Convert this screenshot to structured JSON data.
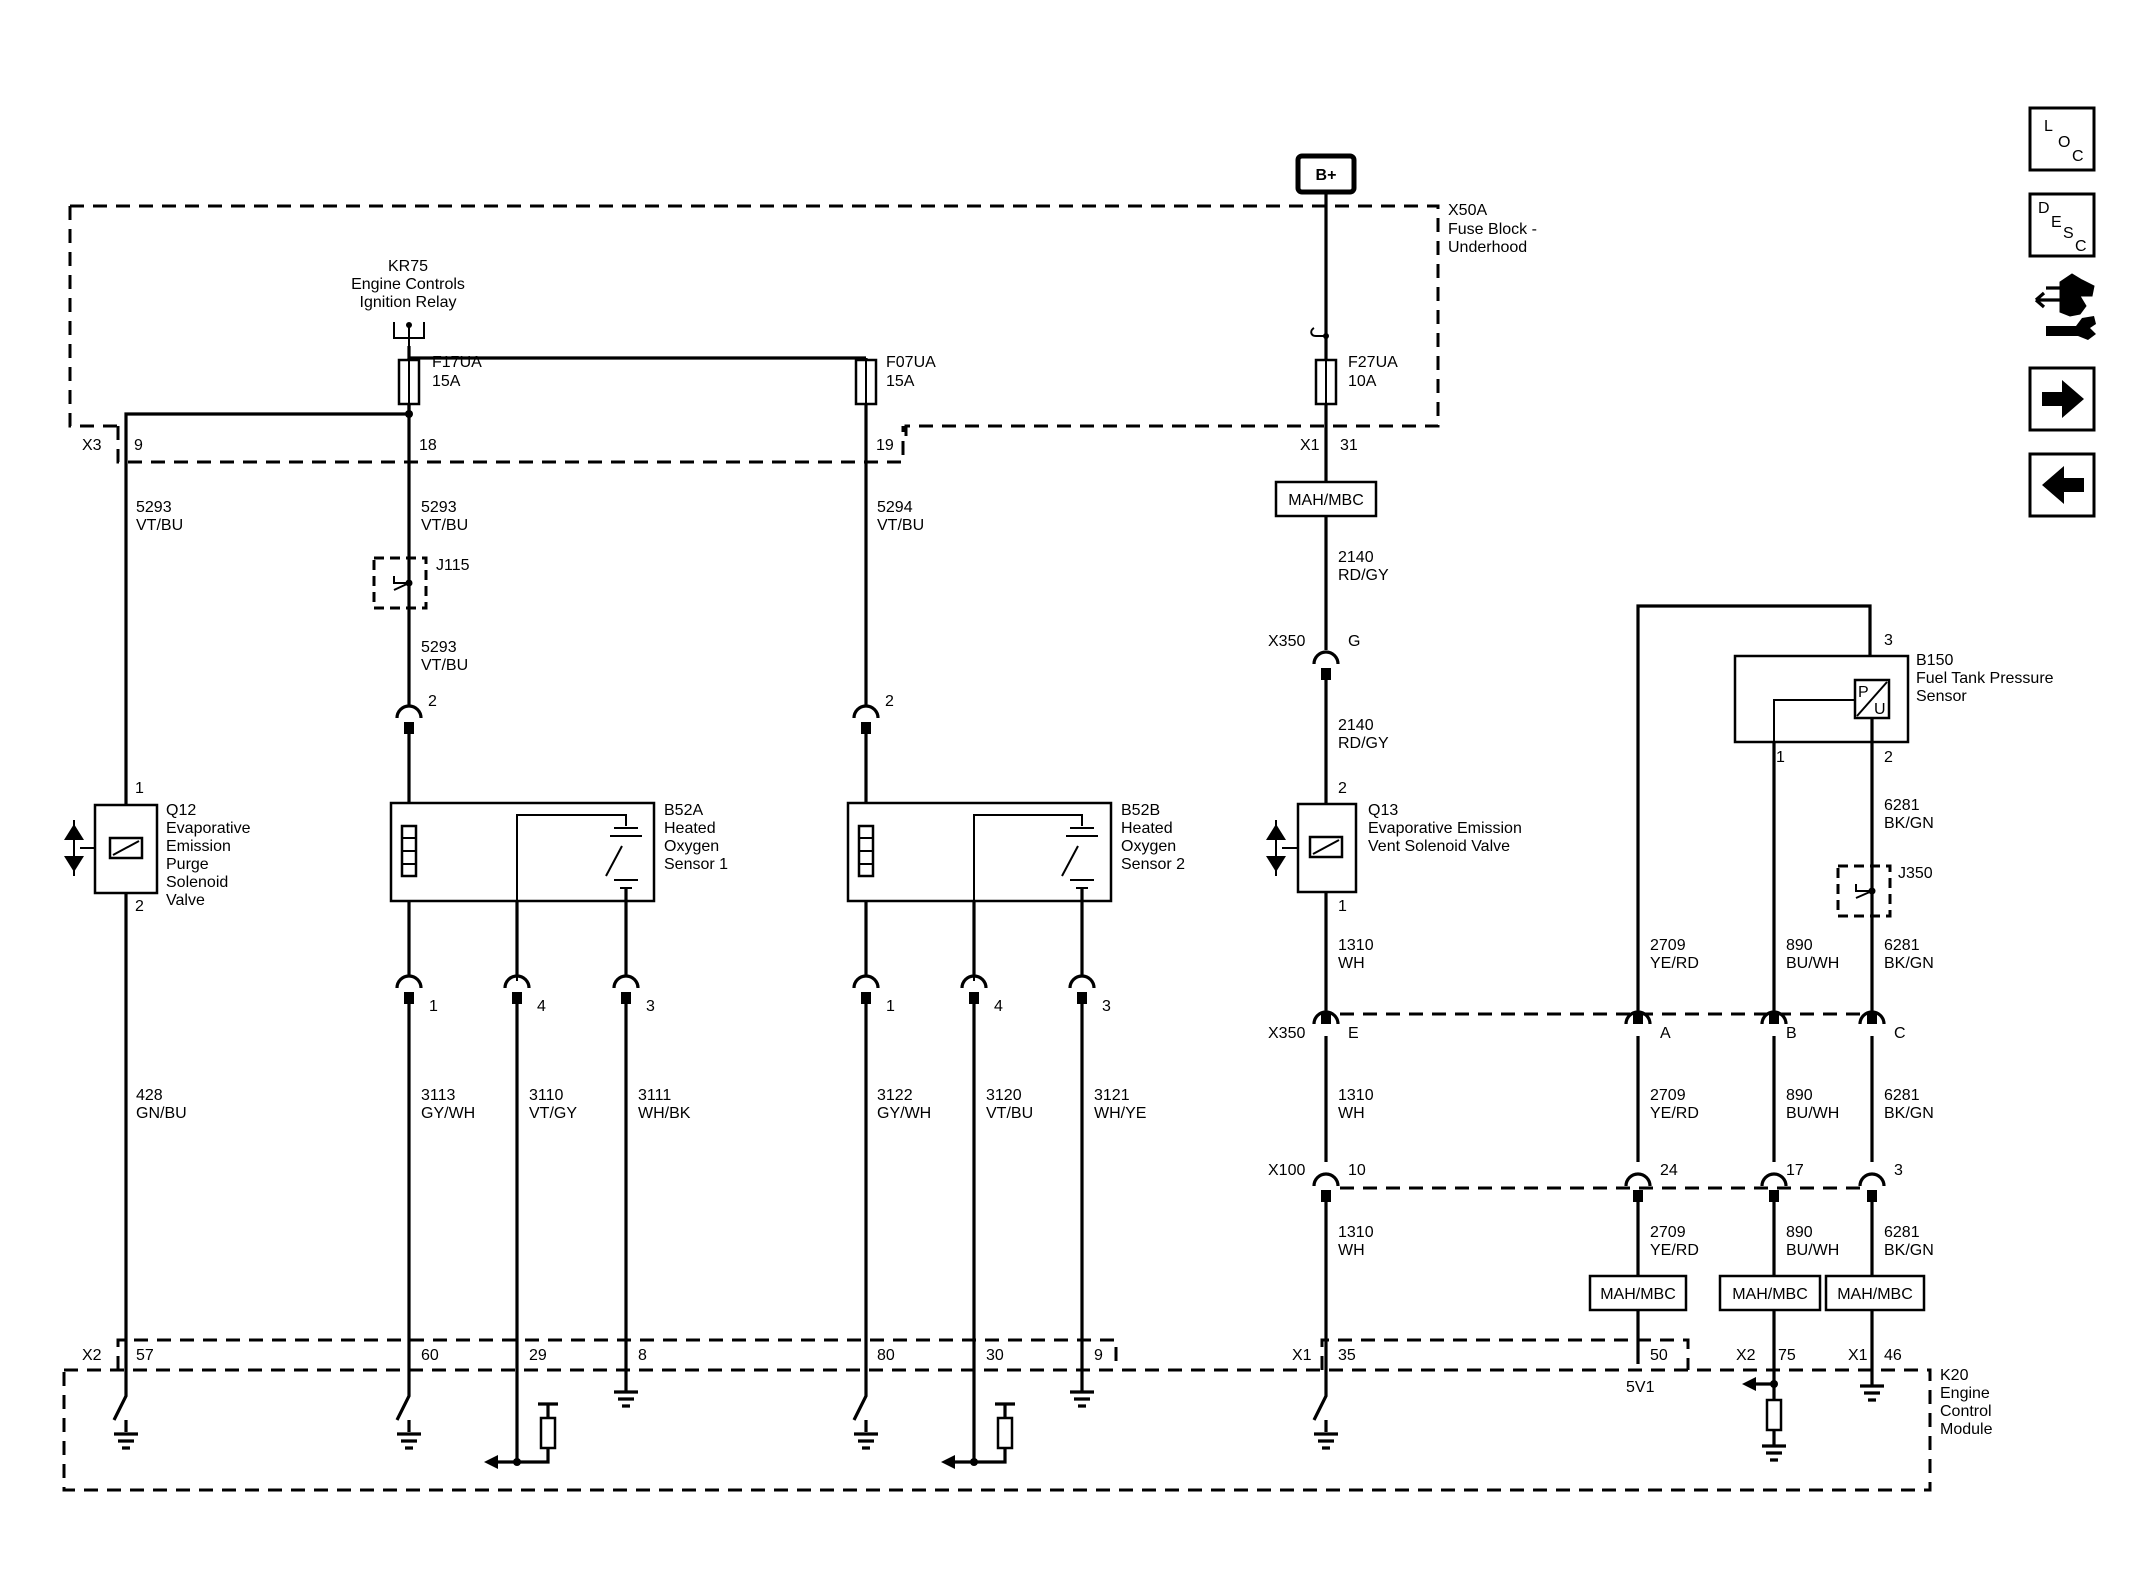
{
  "nav": {
    "loc": {
      "l1": "L",
      "l2": "O",
      "l3": "C"
    },
    "desc": {
      "l1": "D",
      "l2": "E",
      "l3": "S",
      "l4": "C"
    }
  },
  "power": {
    "source": "B+"
  },
  "fuse_block": {
    "id": "X50A",
    "name_line1": "Fuse Block -",
    "name_line2": "Underhood",
    "relay": {
      "id": "KR75",
      "name_line1": "Engine Controls",
      "name_line2": "Ignition Relay"
    },
    "fuses": [
      {
        "id": "F17UA",
        "rating": "15A"
      },
      {
        "id": "F07UA",
        "rating": "15A"
      },
      {
        "id": "F27UA",
        "rating": "10A"
      }
    ],
    "x3_label": "X3",
    "x3_pins": [
      "9",
      "18",
      "19"
    ],
    "x1_label": "X1",
    "x1_pin": "31"
  },
  "splices": [
    {
      "id": "J115"
    },
    {
      "id": "J350"
    }
  ],
  "components": {
    "q12": {
      "id": "Q12",
      "lines": [
        "Evaporative",
        "Emission",
        "Purge",
        "Solenoid",
        "Valve"
      ],
      "pin_top": "1",
      "pin_bottom": "2"
    },
    "b52a": {
      "id": "B52A",
      "lines": [
        "Heated",
        "Oxygen",
        "Sensor 1"
      ],
      "pin_top": "2",
      "pins_bottom": [
        "1",
        "4",
        "3"
      ]
    },
    "b52b": {
      "id": "B52B",
      "lines": [
        "Heated",
        "Oxygen",
        "Sensor 2"
      ],
      "pin_top": "2",
      "pins_bottom": [
        "1",
        "4",
        "3"
      ]
    },
    "q13": {
      "id": "Q13",
      "lines": [
        "Evaporative Emission",
        "Vent Solenoid Valve"
      ],
      "pin_top": "2",
      "pin_bottom": "1"
    },
    "b150": {
      "id": "B150",
      "lines": [
        "Fuel Tank Pressure",
        "Sensor"
      ],
      "pin_top": "3",
      "pin_1": "1",
      "pin_2": "2",
      "sym_p": "P",
      "sym_u": "U"
    },
    "k20": {
      "id": "K20",
      "lines": [
        "Engine",
        "Control",
        "Module"
      ]
    }
  },
  "wires": {
    "w5293a": {
      "circuit": "5293",
      "color": "VT/BU"
    },
    "w5293b": {
      "circuit": "5293",
      "color": "VT/BU"
    },
    "w5293c": {
      "circuit": "5293",
      "color": "VT/BU"
    },
    "w5294": {
      "circuit": "5294",
      "color": "VT/BU"
    },
    "w2140a": {
      "circuit": "2140",
      "color": "RD/GY"
    },
    "w2140b": {
      "circuit": "2140",
      "color": "RD/GY"
    },
    "w428": {
      "circuit": "428",
      "color": "GN/BU"
    },
    "w3113": {
      "circuit": "3113",
      "color": "GY/WH"
    },
    "w3110": {
      "circuit": "3110",
      "color": "VT/GY"
    },
    "w3111": {
      "circuit": "3111",
      "color": "WH/BK"
    },
    "w3122": {
      "circuit": "3122",
      "color": "GY/WH"
    },
    "w3120": {
      "circuit": "3120",
      "color": "VT/BU"
    },
    "w3121": {
      "circuit": "3121",
      "color": "WH/YE"
    },
    "w1310a": {
      "circuit": "1310",
      "color": "WH"
    },
    "w1310b": {
      "circuit": "1310",
      "color": "WH"
    },
    "w1310c": {
      "circuit": "1310",
      "color": "WH"
    },
    "w2709a": {
      "circuit": "2709",
      "color": "YE/RD"
    },
    "w2709b": {
      "circuit": "2709",
      "color": "YE/RD"
    },
    "w2709c": {
      "circuit": "2709",
      "color": "YE/RD"
    },
    "w890a": {
      "circuit": "890",
      "color": "BU/WH"
    },
    "w890b": {
      "circuit": "890",
      "color": "BU/WH"
    },
    "w890c": {
      "circuit": "890",
      "color": "BU/WH"
    },
    "w6281a": {
      "circuit": "6281",
      "color": "BK/GN"
    },
    "w6281b": {
      "circuit": "6281",
      "color": "BK/GN"
    },
    "w6281c": {
      "circuit": "6281",
      "color": "BK/GN"
    },
    "w6281d": {
      "circuit": "6281",
      "color": "BK/GN"
    }
  },
  "connectors": {
    "x350_g": {
      "id": "X350",
      "pin": "G"
    },
    "x350_row": {
      "id": "X350",
      "pins": [
        "E",
        "A",
        "B",
        "C"
      ]
    },
    "x100_row": {
      "id": "X100",
      "pins": [
        "10",
        "24",
        "17",
        "3"
      ]
    },
    "x2_k20": {
      "id": "X2",
      "pins": [
        "57",
        "60",
        "29",
        "8",
        "80",
        "30",
        "9"
      ]
    },
    "x1_k20": {
      "id": "X1",
      "pins": [
        "35",
        "50"
      ]
    },
    "x2_k20b": {
      "id": "X2",
      "pin": "75"
    },
    "x1_k20b": {
      "id": "X1",
      "pin": "46"
    }
  },
  "options": {
    "mah_mbc": "MAH/MBC"
  },
  "ecm_ref": "5V1"
}
